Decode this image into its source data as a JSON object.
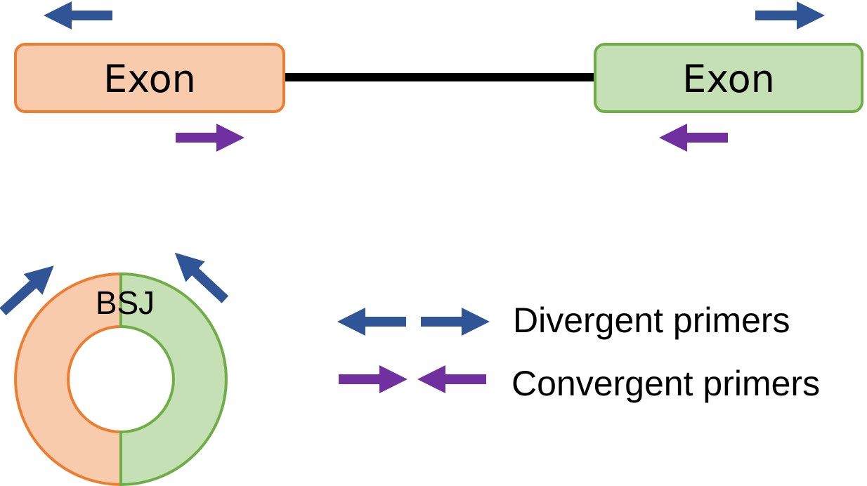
{
  "colors": {
    "exon1_fill": "#F8CBAD",
    "exon1_stroke": "#ED7D31",
    "exon2_fill": "#C5E0B4",
    "exon2_stroke": "#70AD47",
    "divergent_arrow": "#2F5597",
    "convergent_arrow": "#7030A0",
    "intron_line": "#000000"
  },
  "linear_transcript": {
    "exon_left_label": "Exon",
    "exon_right_label": "Exon"
  },
  "circular_rna": {
    "junction_label": "BSJ"
  },
  "legend": {
    "divergent_label": "Divergent primers",
    "convergent_label": "Convergent primers"
  }
}
